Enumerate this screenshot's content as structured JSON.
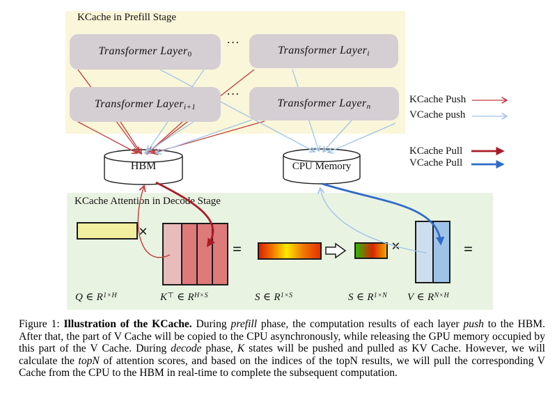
{
  "colors": {
    "panel_yellow": "#faf6d9",
    "panel_green": "#e9f3e2",
    "layer_box_gray": "#d5ced3",
    "kcache_push_red": "#bf3b3b",
    "vcache_push_blue": "#9fc4e8",
    "kcache_pull_red": "#aa1b26",
    "vcache_pull_blue": "#2f6bc9",
    "q_yellow": "#f1ee9f",
    "k_light_pink": "#e9bcbc",
    "k_rose": "#de7a7a",
    "v_light_blue": "#cddfee",
    "v_blue": "#9ec3e6",
    "s1_gradient": [
      "#e02000",
      "#ffe800",
      "#e83000"
    ],
    "s2_gradient": [
      "#2eb800",
      "#d92400",
      "#f0a800"
    ]
  },
  "prefill": {
    "title": "KCache  in Prefill Stage",
    "dots": "···",
    "layers": {
      "l0": [
        {
          "t": "Transformer Layer",
          "s": "i"
        },
        {
          "t": "0",
          "s": "u"
        }
      ],
      "li": [
        {
          "t": "Transformer Layer",
          "s": "i"
        },
        {
          "t": "i",
          "s": "ui"
        }
      ],
      "li1": [
        {
          "t": "Transformer Layer",
          "s": "i"
        },
        {
          "t": "i+1",
          "s": "ui"
        }
      ],
      "ln": [
        {
          "t": "Transformer Layer",
          "s": "i"
        },
        {
          "t": "n",
          "s": "ui"
        }
      ]
    }
  },
  "memory": {
    "hbm": "HBM",
    "cpu": "CPU Memory"
  },
  "legend": {
    "kcache_push": "KCache Push",
    "vcache_push": "VCache push",
    "kcache_pull": "KCache Pull",
    "vcache_pull": "VCache Pull"
  },
  "decode": {
    "title": "KCache Attention in Decode Stage",
    "op_times": "×",
    "op_eq": "=",
    "labels": {
      "q": [
        {
          "t": "Q",
          "s": "i"
        },
        {
          "t": " ∈ ",
          "s": ""
        },
        {
          "t": "R",
          "s": "i"
        },
        {
          "t": "1×H",
          "s": "ip"
        }
      ],
      "k": [
        {
          "t": "K",
          "s": "i"
        },
        {
          "t": "⊤",
          "s": "p"
        },
        {
          "t": " ∈ ",
          "s": ""
        },
        {
          "t": "R",
          "s": "i"
        },
        {
          "t": "H×S",
          "s": "ip"
        }
      ],
      "s1": [
        {
          "t": "S",
          "s": "i"
        },
        {
          "t": " ∈ ",
          "s": ""
        },
        {
          "t": "R",
          "s": "i"
        },
        {
          "t": "1×S",
          "s": "ip"
        }
      ],
      "s2": [
        {
          "t": "S",
          "s": "i"
        },
        {
          "t": " ∈ ",
          "s": ""
        },
        {
          "t": "R",
          "s": "i"
        },
        {
          "t": "1×N",
          "s": "ip"
        }
      ],
      "v": [
        {
          "t": "V",
          "s": "i"
        },
        {
          "t": " ∈ ",
          "s": ""
        },
        {
          "t": "R",
          "s": "i"
        },
        {
          "t": "N×H",
          "s": "ip"
        }
      ]
    }
  },
  "caption": {
    "segments": [
      {
        "t": "Figure 1: ",
        "s": ""
      },
      {
        "t": "Illustration of the KCache.",
        "s": "b"
      },
      {
        "t": "  During ",
        "s": ""
      },
      {
        "t": "prefill",
        "s": "i"
      },
      {
        "t": " phase, the computation results of each layer ",
        "s": ""
      },
      {
        "t": "push",
        "s": "i"
      },
      {
        "t": " to the HBM. After that, the part of V Cache will be copied to the CPU asynchronously, while releasing the GPU memory occupied by this part of the V Cache. During ",
        "s": ""
      },
      {
        "t": "decode",
        "s": "i"
      },
      {
        "t": " phase, ",
        "s": ""
      },
      {
        "t": "K",
        "s": "i"
      },
      {
        "t": " states will be pushed and pulled as KV Cache. However, we will calculate the ",
        "s": ""
      },
      {
        "t": "topN",
        "s": "i"
      },
      {
        "t": " of attention scores, and based on the indices of the topN results, we will pull the corresponding V Cache from the CPU to the HBM in real-time to complete the subsequent computation.",
        "s": ""
      }
    ]
  }
}
